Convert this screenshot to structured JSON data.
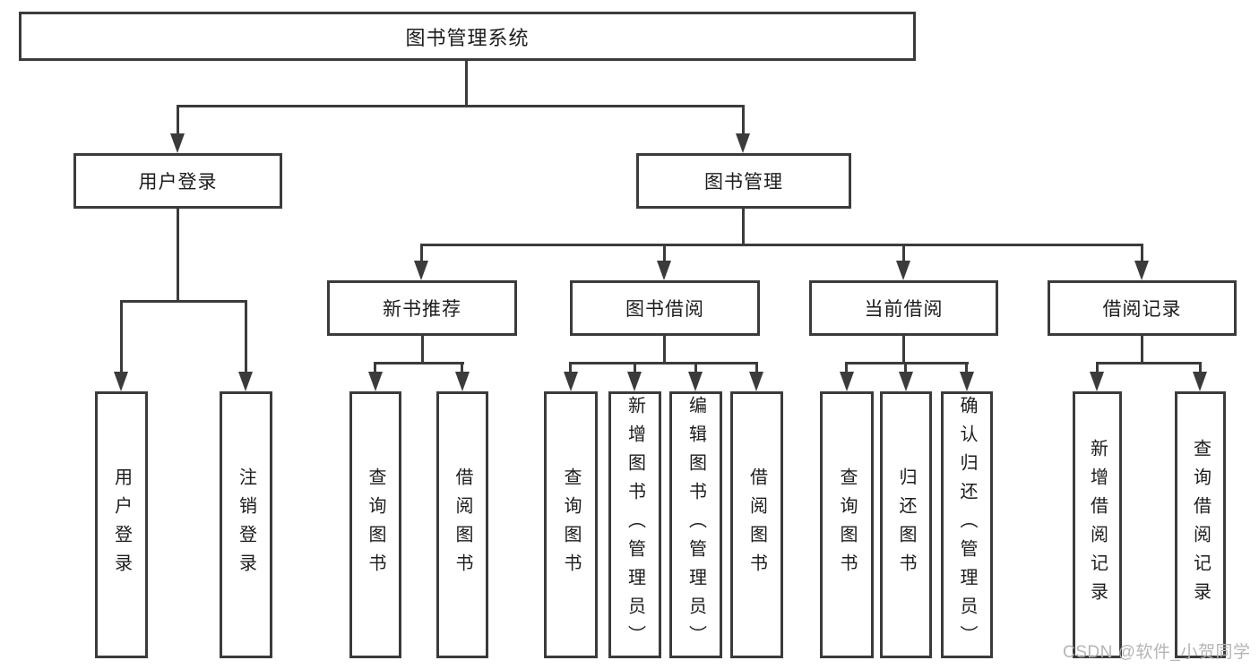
{
  "tree": {
    "root": {
      "label": "图书管理系统",
      "children": [
        {
          "label": "用户登录",
          "children": [
            {
              "label": "用户登录"
            },
            {
              "label": "注销登录"
            }
          ]
        },
        {
          "label": "图书管理",
          "children": [
            {
              "label": "新书推荐",
              "children": [
                {
                  "label": "查询图书"
                },
                {
                  "label": "借阅图书"
                }
              ]
            },
            {
              "label": "图书借阅",
              "children": [
                {
                  "label": "查询图书"
                },
                {
                  "label": "新增图书（管理员）"
                },
                {
                  "label": "编辑图书（管理员）"
                },
                {
                  "label": "借阅图书"
                }
              ]
            },
            {
              "label": "当前借阅",
              "children": [
                {
                  "label": "查询图书"
                },
                {
                  "label": "归还图书"
                },
                {
                  "label": "确认归还（管理员）"
                }
              ]
            },
            {
              "label": "借阅记录",
              "children": [
                {
                  "label": "新增借阅记录"
                },
                {
                  "label": "查询借阅记录"
                }
              ]
            }
          ]
        }
      ]
    }
  },
  "watermark": {
    "text": "CSDN @软件_小贺同学"
  },
  "colors": {
    "line": "#3b3b3b",
    "text": "#1c1c1c",
    "watermark": "#b5b5b5",
    "background": "#ffffff"
  }
}
